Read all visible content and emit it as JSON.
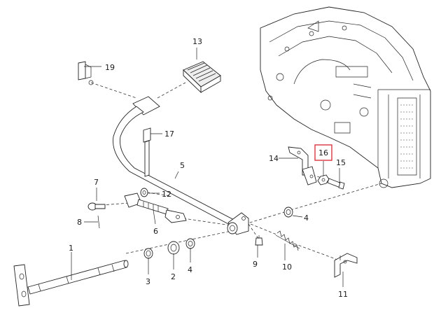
{
  "diagram": {
    "callouts": [
      "1",
      "2",
      "3",
      "4",
      "4",
      "5",
      "6",
      "7",
      "8",
      "9",
      "10",
      "11",
      "12",
      "13",
      "14",
      "15",
      "16",
      "17",
      "19"
    ],
    "highlighted_callout": "16",
    "highlight_color": "#d9363e"
  }
}
